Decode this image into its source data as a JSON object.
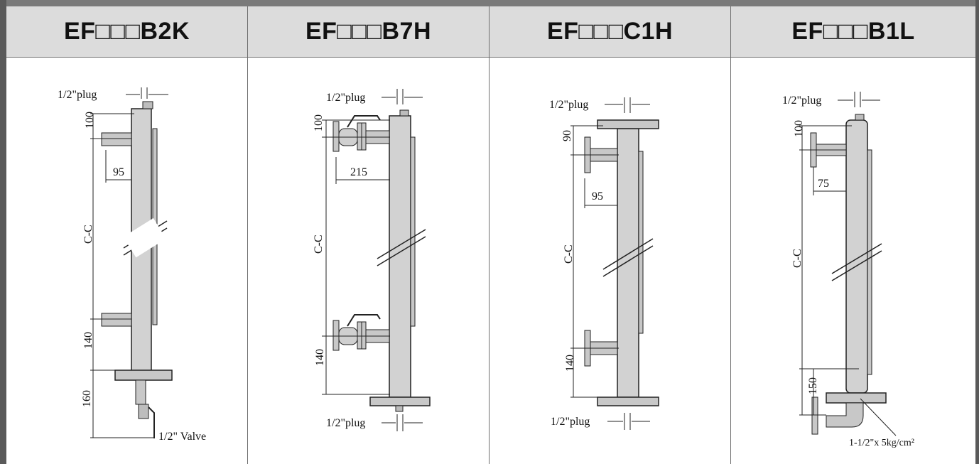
{
  "models": [
    {
      "title": "EF□□□B2K",
      "labels": {
        "plug_top": "1/2\"plug",
        "top_dim": "100",
        "nozzle_dim": "95",
        "center_dim": "C-C",
        "bottom_dim": "140",
        "drain_dim": "160",
        "valve": "1/2\" Valve"
      }
    },
    {
      "title": "EF□□□B7H",
      "labels": {
        "plug_top": "1/2\"plug",
        "top_dim": "100",
        "nozzle_dim": "215",
        "center_dim": "C-C",
        "bottom_dim": "140",
        "plug_bottom": "1/2\"plug"
      }
    },
    {
      "title": "EF□□□C1H",
      "labels": {
        "plug_top": "1/2\"plug",
        "top_dim": "90",
        "nozzle_dim": "95",
        "center_dim": "C-C",
        "bottom_dim": "140",
        "plug_bottom": "1/2\"plug"
      }
    },
    {
      "title": "EF□□□B1L",
      "labels": {
        "plug_top": "1/2\"plug",
        "top_dim": "100",
        "nozzle_dim": "75",
        "center_dim": "C-C",
        "bottom_dim": "150",
        "flange_note": "1-1/2\"x 5kg/cm²"
      }
    }
  ]
}
